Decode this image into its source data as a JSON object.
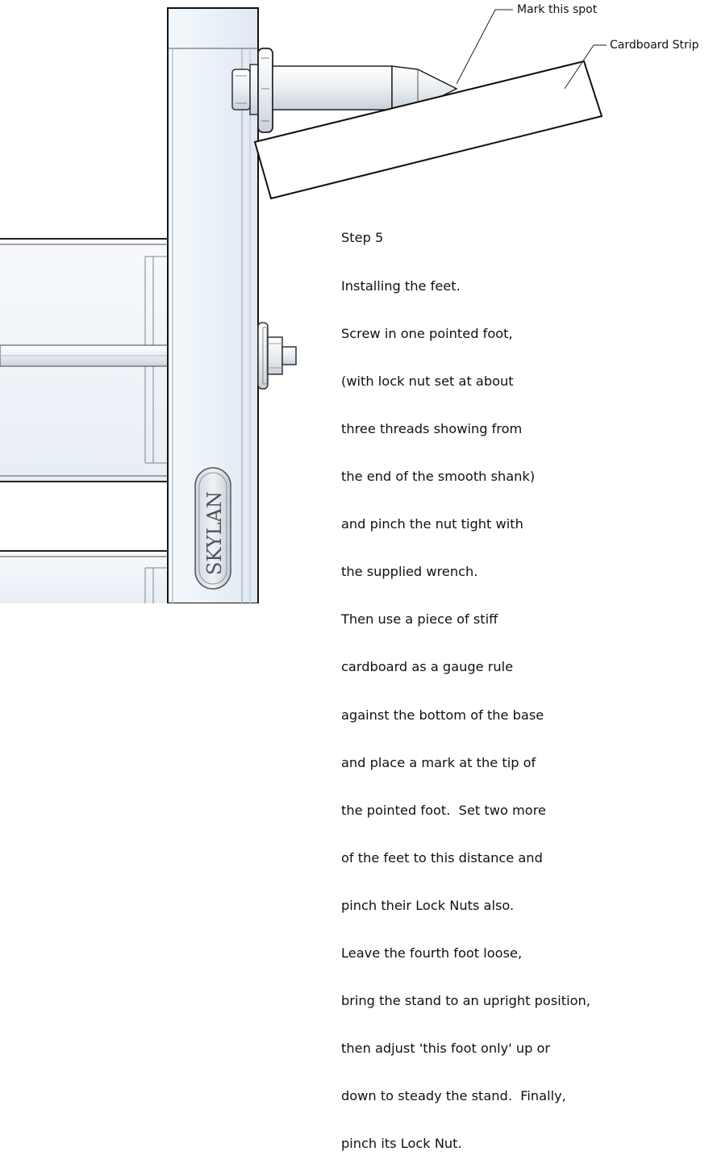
{
  "callouts": {
    "mark": "Mark this spot",
    "strip": "Cardboard Strip"
  },
  "instructions": {
    "step": "Step 5",
    "title": "Installing the feet.",
    "lines": [
      "Screw in one pointed foot,",
      "(with lock nut set at about",
      "three threads showing from",
      "the end of the smooth shank)",
      "and pinch the nut tight with",
      "the supplied wrench.",
      "Then use a piece of stiff",
      "cardboard as a gauge rule",
      "against the bottom of the base",
      "and place a mark at the tip of",
      "the pointed foot.  Set two more",
      "of the feet to this distance and",
      "pinch their Lock Nuts also.",
      "Leave the fourth foot loose,",
      "bring the stand to an upright position,",
      "then adjust 'this foot only' up or",
      "down to steady the stand.  Finally,",
      "pinch its Lock Nut."
    ]
  },
  "badge": {
    "text": "SKYLAN"
  }
}
